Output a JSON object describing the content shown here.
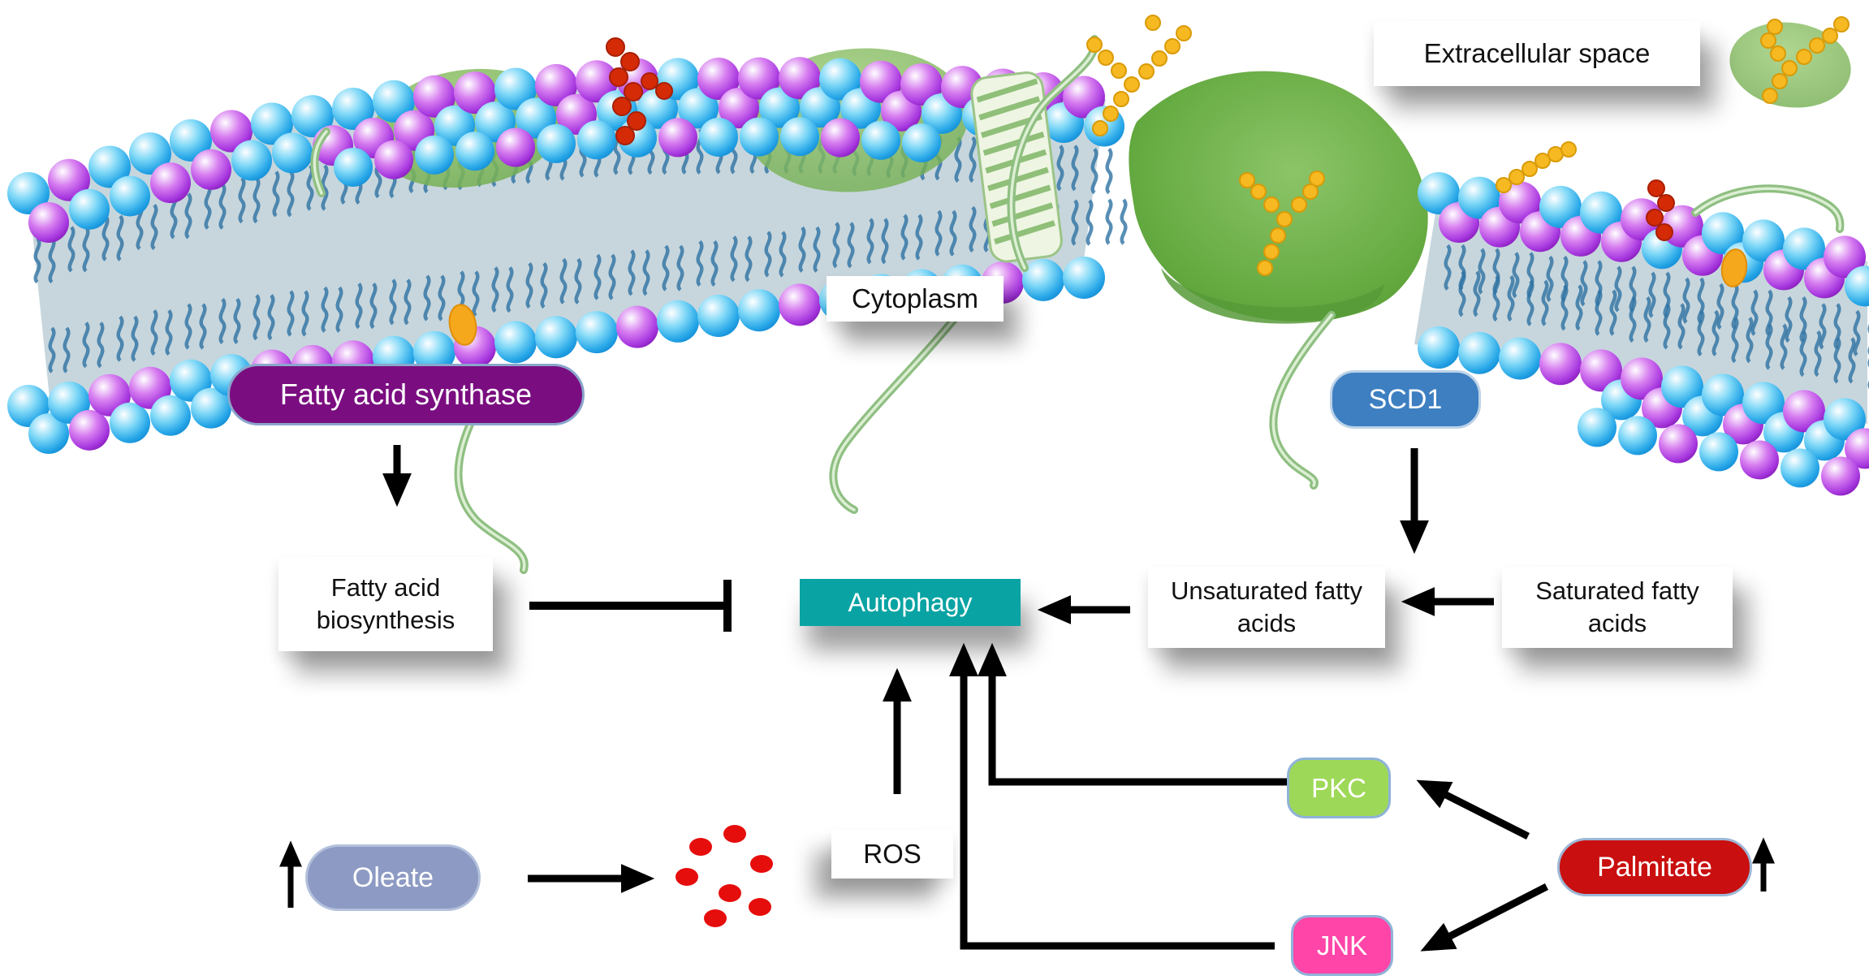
{
  "labels": {
    "extracellular_space": "Extracellular space",
    "cytoplasm": "Cytoplasm"
  },
  "nodes": {
    "fatty_acid_synthase": {
      "label": "Fatty acid synthase"
    },
    "scd1": {
      "label": "SCD1"
    },
    "fatty_acid_biosynthesis": {
      "line1": "Fatty acid",
      "line2": "biosynthesis"
    },
    "autophagy": {
      "label": "Autophagy"
    },
    "unsaturated_fatty_acids": {
      "line1": "Unsaturated fatty",
      "line2": "acids"
    },
    "saturated_fatty_acids": {
      "line1": "Saturated fatty",
      "line2": "acids"
    },
    "ros": {
      "label": "ROS"
    },
    "oleate": {
      "label": "Oleate"
    },
    "palmitate": {
      "label": "Palmitate"
    },
    "pkc": {
      "label": "PKC"
    },
    "jnk": {
      "label": "JNK"
    }
  },
  "lipid_droplets": {
    "count": 7
  },
  "edges": [
    {
      "from": "Fatty acid synthase",
      "to": "Fatty acid biosynthesis",
      "type": "arrow"
    },
    {
      "from": "Fatty acid biosynthesis",
      "to": "Autophagy",
      "type": "inhibition"
    },
    {
      "from": "SCD1",
      "to": "Unsaturated fatty acids",
      "type": "arrow"
    },
    {
      "from": "Saturated fatty acids",
      "to": "Unsaturated fatty acids",
      "type": "arrow"
    },
    {
      "from": "Unsaturated fatty acids",
      "to": "Autophagy",
      "type": "arrow"
    },
    {
      "from": "ROS",
      "to": "Autophagy",
      "type": "arrow"
    },
    {
      "from": "PKC",
      "to": "Autophagy",
      "type": "arrow"
    },
    {
      "from": "JNK",
      "to": "Autophagy",
      "type": "arrow"
    },
    {
      "from": "Palmitate",
      "to": "PKC",
      "type": "arrow"
    },
    {
      "from": "Palmitate",
      "to": "JNK",
      "type": "arrow"
    },
    {
      "from": "Oleate",
      "to": "lipid droplets",
      "type": "arrow"
    },
    {
      "from": "Oleate",
      "type": "increase-arrow"
    },
    {
      "from": "Palmitate",
      "type": "increase-arrow"
    }
  ],
  "colors": {
    "fatty-acid-synthase": "#7a0d80",
    "scd1": "#3d7fc1",
    "autophagy": "#0aa3a3",
    "oleate": "#8d9ac3",
    "palmitate": "#c90f0f",
    "pkc": "#9ed858",
    "jnk": "#ff45a8",
    "arrow": "#000000",
    "lipid-droplet": "#e60d0d"
  }
}
